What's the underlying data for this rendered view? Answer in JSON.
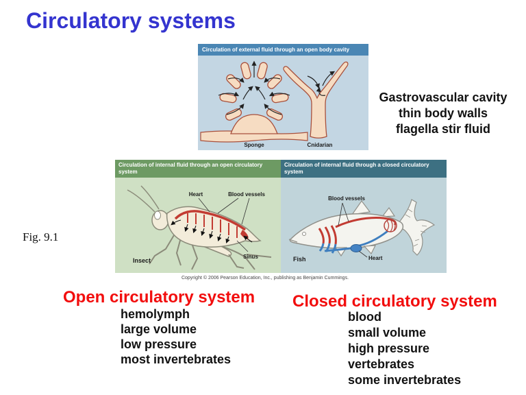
{
  "slide": {
    "title": "Circulatory systems",
    "fig_label": "Fig. 9.1"
  },
  "top_figure": {
    "header": "Circulation of external fluid through an open body cavity",
    "sponge_label": "Sponge",
    "cnidarian_label": "Cnidarian"
  },
  "notes": {
    "line1": "Gastrovascular cavity",
    "line2": "thin body walls",
    "line3": "flagella stir fluid"
  },
  "bottom_figure": {
    "left_header": "Circulation of internal fluid through an open circulatory system",
    "right_header": "Circulation of internal fluid through a closed circulatory system",
    "insect": {
      "heart": "Heart",
      "blood_vessels": "Blood vessels",
      "sinus": "Sinus",
      "name": "Insect"
    },
    "fish": {
      "blood_vessels": "Blood vessels",
      "heart": "Heart",
      "name": "Fish"
    },
    "copyright": "Copyright © 2006 Pearson Education, Inc., publishing as Benjamin Cummings."
  },
  "open_system": {
    "heading": "Open circulatory system",
    "items": [
      "hemolymph",
      "large volume",
      "low pressure",
      "most invertebrates"
    ]
  },
  "closed_system": {
    "heading": "Closed circulatory system",
    "items": [
      "blood",
      "small volume",
      "high pressure",
      "vertebrates",
      "some invertebrates"
    ]
  },
  "colors": {
    "title_blue": "#3434cf",
    "heading_red": "#f20d0d",
    "top_header_bg": "#4a86b4",
    "top_body_bg": "#c3d6e3",
    "open_header_bg": "#6d9a63",
    "open_body_bg": "#cfe0c4",
    "closed_header_bg": "#3d7082",
    "closed_body_bg": "#c0d4da",
    "vessel_red": "#c23b32",
    "vessel_blue": "#3f7fbf",
    "tissue_peach": "#f6dcc2"
  }
}
